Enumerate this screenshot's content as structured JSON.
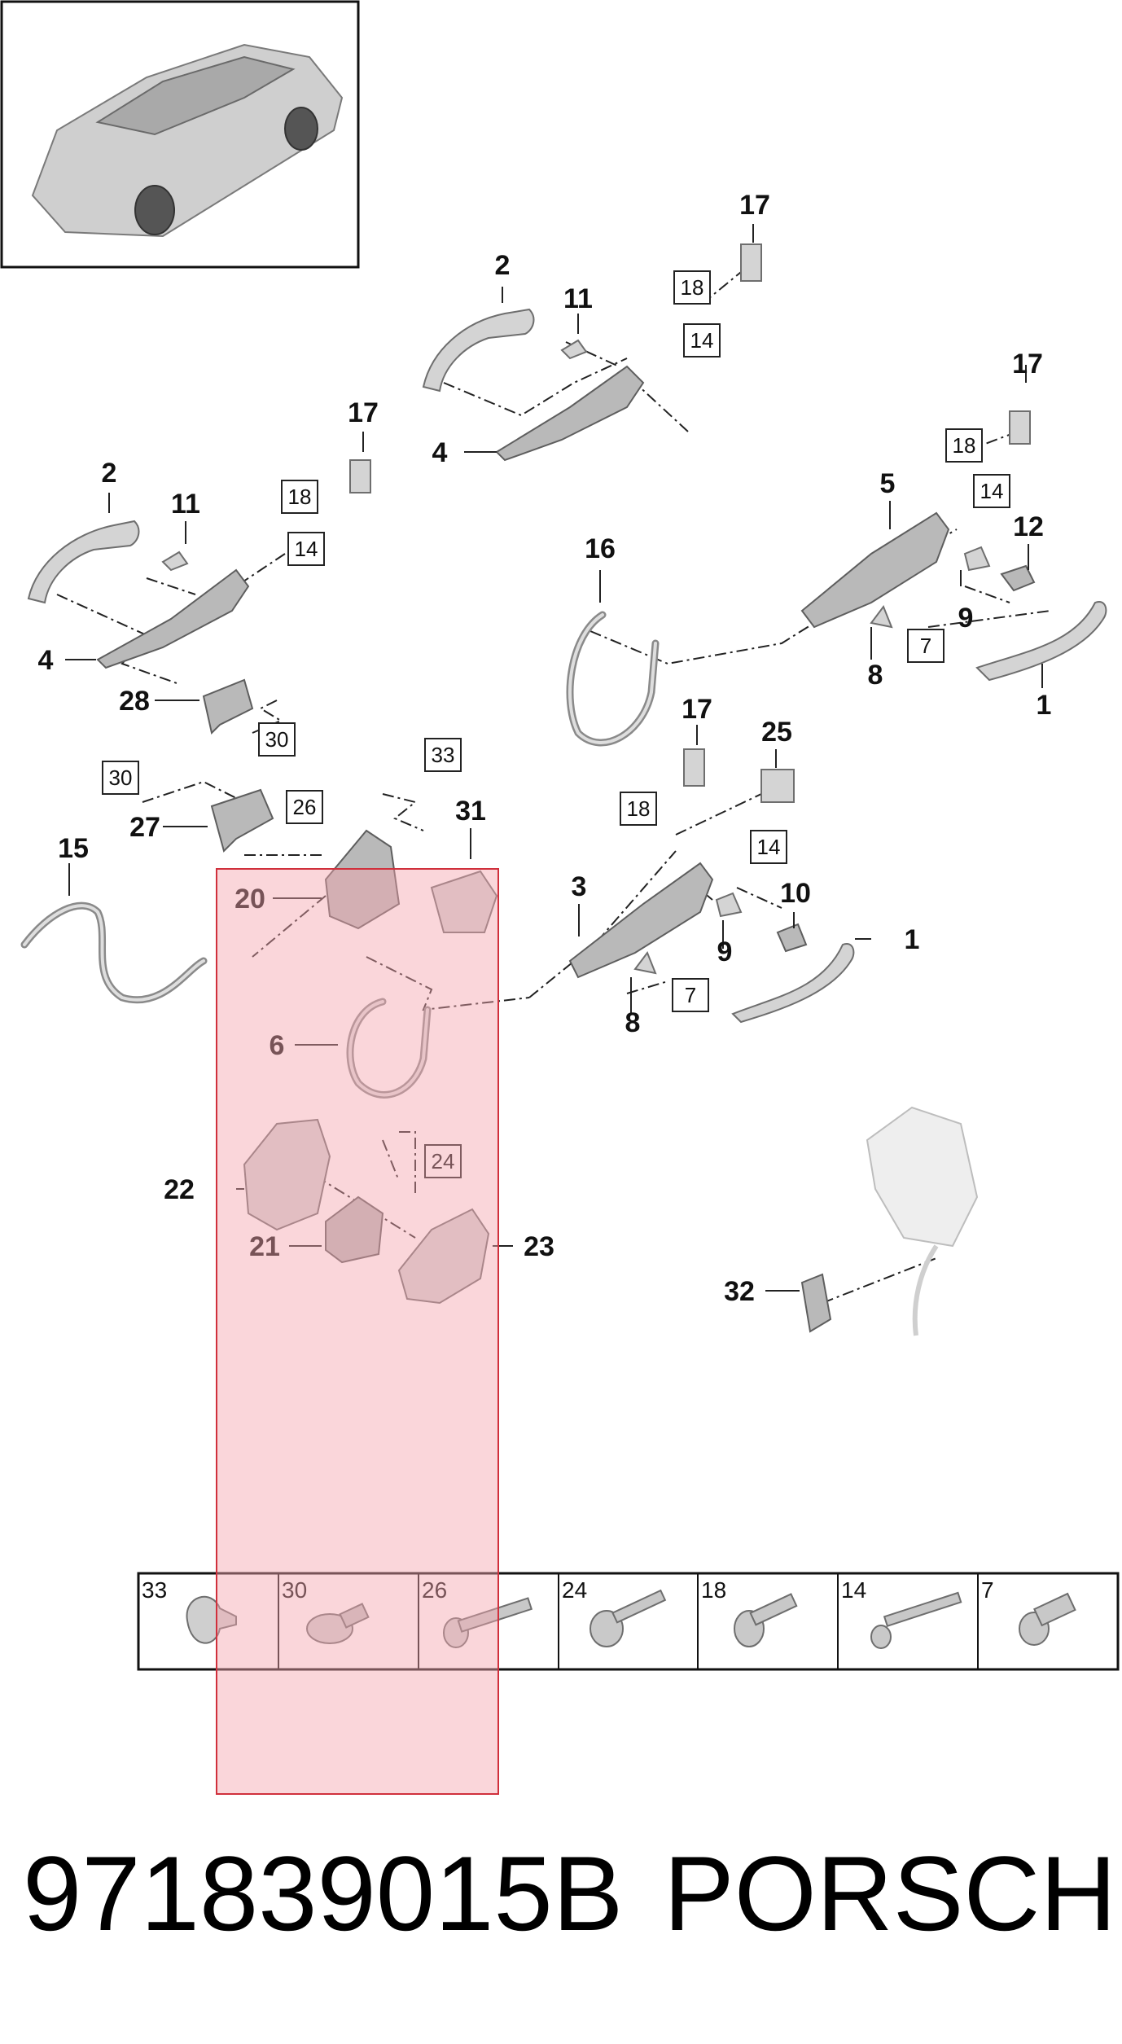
{
  "part_number": "971839015B",
  "brand": "PORSCHE",
  "callouts": {
    "c1a": "1",
    "c1b": "1",
    "c2a": "2",
    "c2b": "2",
    "c3": "3",
    "c4a": "4",
    "c4b": "4",
    "c5": "5",
    "c6": "6",
    "c8a": "8",
    "c8b": "8",
    "c9a": "9",
    "c9b": "9",
    "c10": "10",
    "c11a": "11",
    "c11b": "11",
    "c12": "12",
    "c15": "15",
    "c16": "16",
    "c17a": "17",
    "c17b": "17",
    "c17c": "17",
    "c17d": "17",
    "c20": "20",
    "c21": "21",
    "c22": "22",
    "c23": "23",
    "c25": "25",
    "c27": "27",
    "c28": "28",
    "c31": "31",
    "c32": "32"
  },
  "boxed": {
    "b18a": "18",
    "b14a": "14",
    "b18b": "18",
    "b14b": "14",
    "b18c": "18",
    "b14c": "14",
    "b7a": "7",
    "b30a": "30",
    "b33": "33",
    "b30b": "30",
    "b26": "26",
    "b18d": "18",
    "b14d": "14",
    "b7b": "7",
    "b24": "24"
  },
  "fastener_table": [
    "33",
    "30",
    "26",
    "24",
    "18",
    "14",
    "7"
  ],
  "highlight_color": "#f5a3ad"
}
